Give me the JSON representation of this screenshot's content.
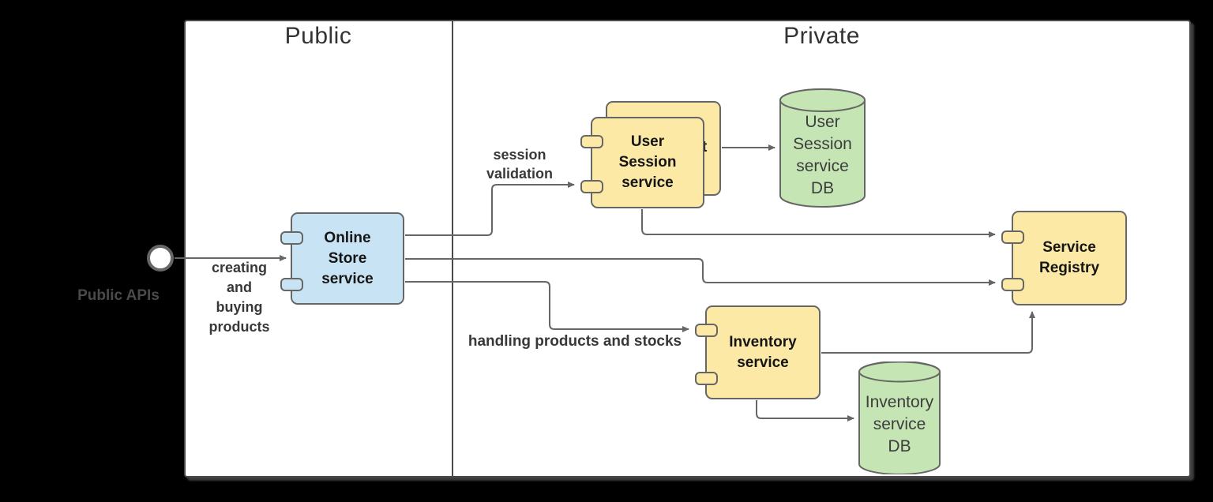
{
  "zones": {
    "public": {
      "title": "Public"
    },
    "private": {
      "title": "Private"
    }
  },
  "nodes": {
    "public_apis": {
      "label": "Public APIs"
    },
    "online_store": {
      "label": "Online\nStore\nservice"
    },
    "user_session": {
      "label": "User\nSession\nservice",
      "back_visible_fragment": "t"
    },
    "user_session_db": {
      "label": "User\nSession\nservice\nDB"
    },
    "service_registry": {
      "label": "Service\nRegistry"
    },
    "inventory": {
      "label": "Inventory\nservice"
    },
    "inventory_db": {
      "label": "Inventory\nservice\nDB"
    }
  },
  "edges": {
    "creating": {
      "label": "creating\nand\nbuying\nproducts"
    },
    "session": {
      "label": "session\nvalidation"
    },
    "handling": {
      "label": "handling products and stocks"
    }
  },
  "colors": {
    "component_yellow": "#fce9a6",
    "component_blue": "#c8e4f4",
    "database_green": "#c5e6b4",
    "stroke_gray": "#666666",
    "zone_border": "#4a4a4a",
    "background": "#000000"
  }
}
